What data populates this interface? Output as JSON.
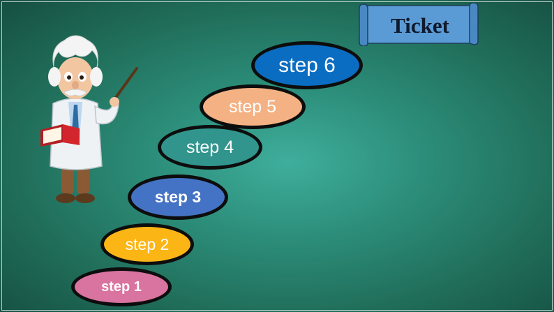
{
  "ticket": {
    "label": "Ticket",
    "color": "#5b9bd5"
  },
  "steps": [
    {
      "label": "step 1",
      "color": "#d9739f"
    },
    {
      "label": "step 2",
      "color": "#fbb616"
    },
    {
      "label": "step 3",
      "color": "#4472c4"
    },
    {
      "label": "step 4",
      "color": "#31958d"
    },
    {
      "label": "step 5",
      "color": "#f4b183"
    },
    {
      "label": "step 6",
      "color": "#0a6dc2"
    }
  ],
  "colors": {
    "board": "#2b8c78",
    "outline": "#0d0d0d"
  },
  "icons": {
    "teacher": "professor-with-pointer-icon",
    "ticket": "scroll-banner-icon"
  }
}
